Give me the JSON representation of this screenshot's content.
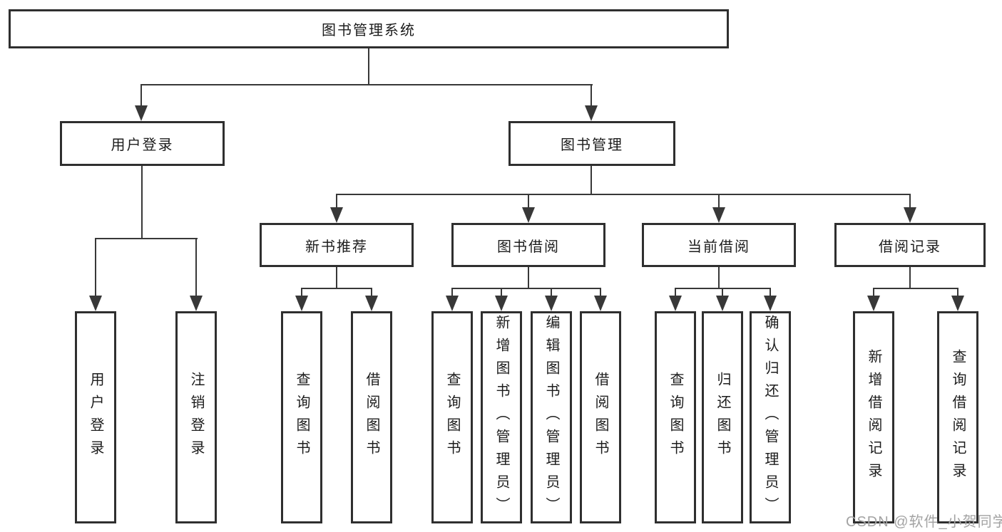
{
  "nodes": {
    "root": "图书管理系统",
    "user_login": "用户登录",
    "book_management": "图书管理",
    "new_book_recommend": "新书推荐",
    "book_borrow": "图书借阅",
    "current_borrow": "当前借阅",
    "borrow_record": "借阅记录",
    "leaf_user_login": "用户登录",
    "leaf_logout_login": "注销登录",
    "leaf_query_book_a": "查询图书",
    "leaf_borrow_book_a": "借阅图书",
    "leaf_query_book_b": "查询图书",
    "leaf_add_book_admin": "新增图书（管理员）",
    "leaf_edit_book_admin": "编辑图书（管理员）",
    "leaf_borrow_book_b": "借阅图书",
    "leaf_query_book_c": "查询图书",
    "leaf_return_book": "归还图书",
    "leaf_confirm_return_admin": "确认归还（管理员）",
    "leaf_add_borrow_record": "新增借阅记录",
    "leaf_query_borrow_record": "查询借阅记录"
  },
  "watermark": "CSDN @软件_小贺同学",
  "colors": {
    "line": "#383838",
    "box_border": "#2f2f2f",
    "text": "#1c1c1c",
    "watermark": "#a3a3a3",
    "background": "#ffffff"
  }
}
